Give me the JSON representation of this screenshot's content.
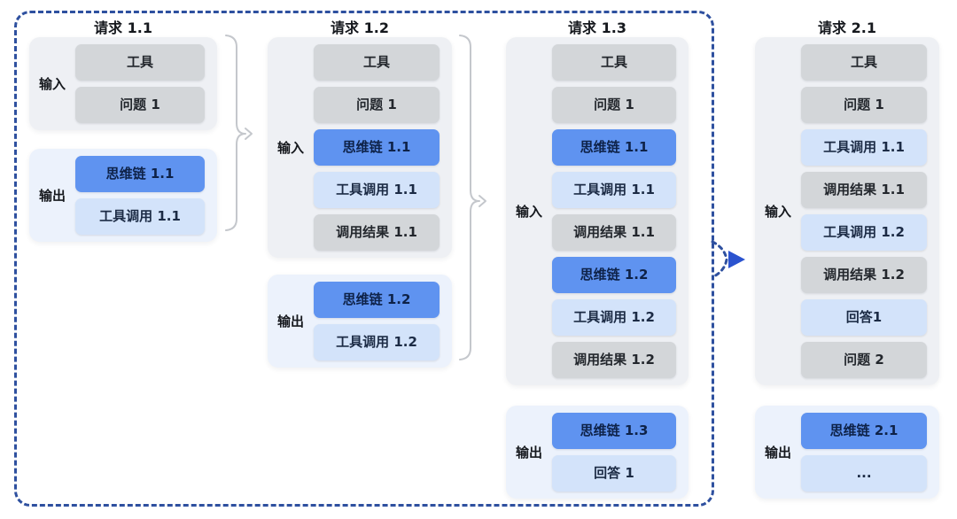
{
  "figure": {
    "colors": {
      "dashed_border": "#2e509f",
      "arrow_blue": "#2b53cf",
      "brace_gray": "#c4c7cc",
      "box_blue": "#5f93f0",
      "box_light_blue": "#d3e3fa",
      "box_gray": "#d3d6d9",
      "input_group_bg": "#eef0f4",
      "output_group_bg": "#ecf2fc",
      "text_dark": "#15181d",
      "text_on_blue": "#0e2248"
    },
    "columns": [
      {
        "title": "请求 1.1",
        "input": {
          "label": "输入",
          "items": [
            {
              "name": "box-tools",
              "text": "工具",
              "style": "gray"
            },
            {
              "name": "box-question-1",
              "text": "问题 1",
              "style": "gray"
            }
          ]
        },
        "output": {
          "label": "输出",
          "items": [
            {
              "name": "box-cot-1-1",
              "text": "思维链 1.1",
              "style": "blue"
            },
            {
              "name": "box-tool-call-1-1",
              "text": "工具调用 1.1",
              "style": "lightblue"
            }
          ]
        }
      },
      {
        "title": "请求 1.2",
        "input": {
          "label": "输入",
          "items": [
            {
              "name": "box-tools",
              "text": "工具",
              "style": "gray"
            },
            {
              "name": "box-question-1",
              "text": "问题 1",
              "style": "gray"
            },
            {
              "name": "box-cot-1-1",
              "text": "思维链 1.1",
              "style": "blue"
            },
            {
              "name": "box-tool-call-1-1",
              "text": "工具调用 1.1",
              "style": "lightblue"
            },
            {
              "name": "box-call-result-1-1",
              "text": "调用结果 1.1",
              "style": "gray"
            }
          ]
        },
        "output": {
          "label": "输出",
          "items": [
            {
              "name": "box-cot-1-2",
              "text": "思维链 1.2",
              "style": "blue"
            },
            {
              "name": "box-tool-call-1-2",
              "text": "工具调用 1.2",
              "style": "lightblue"
            }
          ]
        }
      },
      {
        "title": "请求 1.3",
        "input": {
          "label": "输入",
          "items": [
            {
              "name": "box-tools",
              "text": "工具",
              "style": "gray"
            },
            {
              "name": "box-question-1",
              "text": "问题 1",
              "style": "gray"
            },
            {
              "name": "box-cot-1-1",
              "text": "思维链 1.1",
              "style": "blue"
            },
            {
              "name": "box-tool-call-1-1",
              "text": "工具调用 1.1",
              "style": "lightblue"
            },
            {
              "name": "box-call-result-1-1",
              "text": "调用结果 1.1",
              "style": "gray"
            },
            {
              "name": "box-cot-1-2",
              "text": "思维链 1.2",
              "style": "blue"
            },
            {
              "name": "box-tool-call-1-2",
              "text": "工具调用 1.2",
              "style": "lightblue"
            },
            {
              "name": "box-call-result-1-2",
              "text": "调用结果 1.2",
              "style": "gray"
            }
          ]
        },
        "output": {
          "label": "输出",
          "items": [
            {
              "name": "box-cot-1-3",
              "text": "思维链 1.3",
              "style": "blue"
            },
            {
              "name": "box-answer-1",
              "text": "回答 1",
              "style": "lightblue"
            }
          ]
        }
      },
      {
        "title": "请求 2.1",
        "input": {
          "label": "输入",
          "items": [
            {
              "name": "box-tools",
              "text": "工具",
              "style": "gray"
            },
            {
              "name": "box-question-1",
              "text": "问题 1",
              "style": "gray"
            },
            {
              "name": "box-tool-call-1-1",
              "text": "工具调用 1.1",
              "style": "lightblue"
            },
            {
              "name": "box-call-result-1-1",
              "text": "调用结果 1.1",
              "style": "gray"
            },
            {
              "name": "box-tool-call-1-2",
              "text": "工具调用 1.2",
              "style": "lightblue"
            },
            {
              "name": "box-call-result-1-2",
              "text": "调用结果 1.2",
              "style": "gray"
            },
            {
              "name": "box-answer-1",
              "text": "回答1",
              "style": "lightblue"
            },
            {
              "name": "box-question-2",
              "text": "问题 2",
              "style": "gray"
            }
          ]
        },
        "output": {
          "label": "输出",
          "items": [
            {
              "name": "box-cot-2-1",
              "text": "思维链 2.1",
              "style": "blue"
            },
            {
              "name": "box-ellipsis",
              "text": "...",
              "style": "lightblue"
            }
          ]
        }
      }
    ]
  }
}
